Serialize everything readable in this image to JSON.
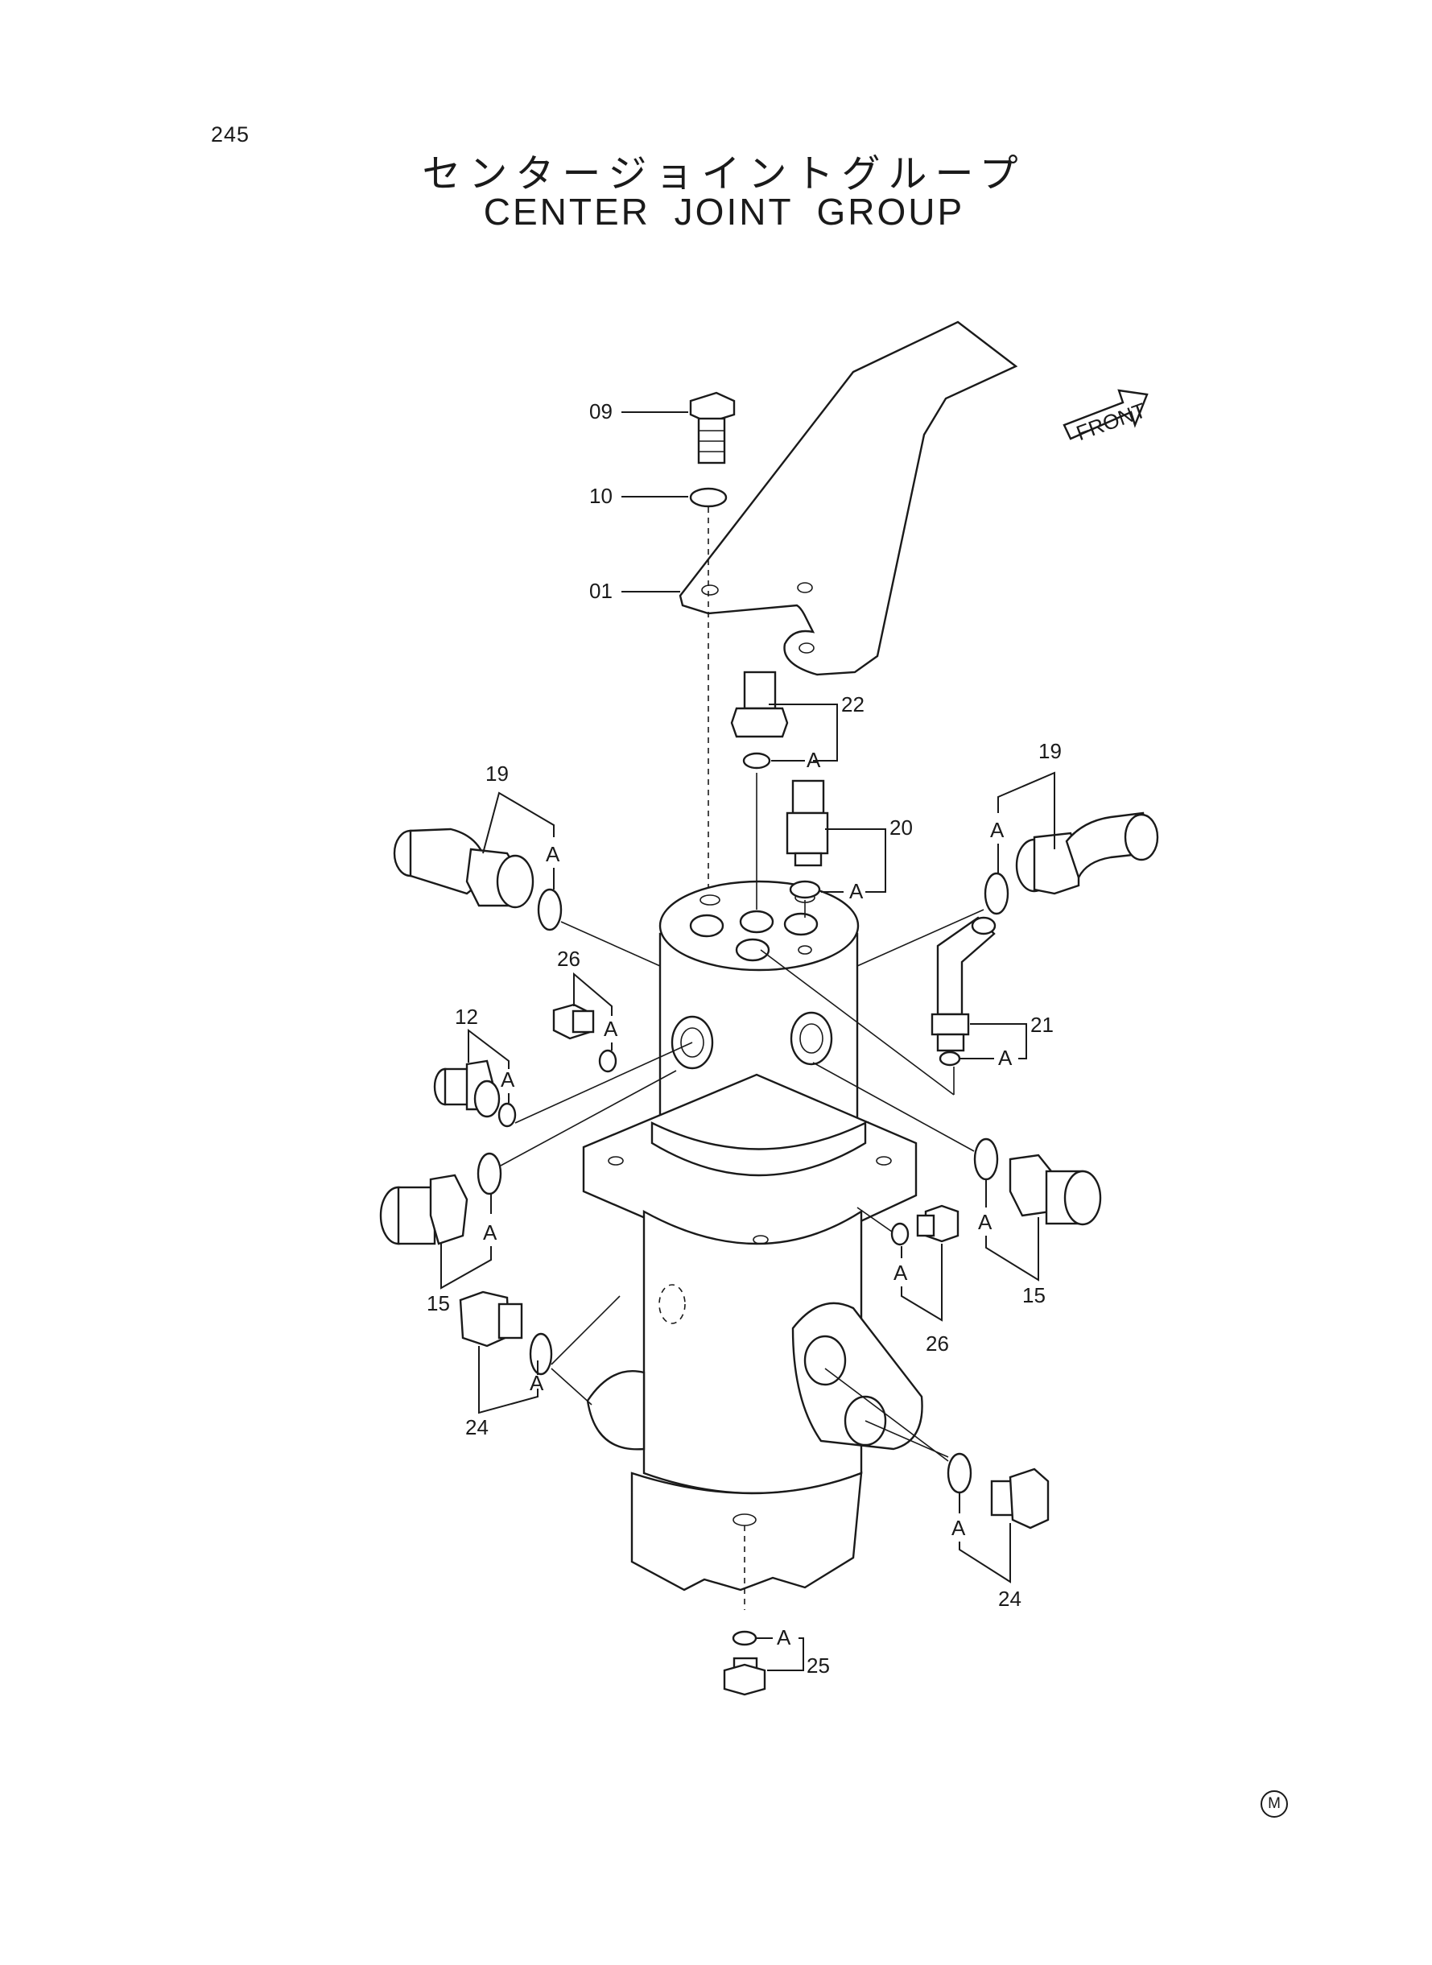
{
  "page": {
    "number": "245"
  },
  "title": {
    "japanese": "センタージョイントグループ",
    "english": "CENTER JOINT GROUP"
  },
  "front_arrow": {
    "label": "FRONT"
  },
  "callouts": [
    {
      "id": "09",
      "text": "09"
    },
    {
      "id": "10",
      "text": "10"
    },
    {
      "id": "01",
      "text": "01"
    },
    {
      "id": "22",
      "text": "22"
    },
    {
      "id": "20",
      "text": "20"
    },
    {
      "id": "19-left",
      "text": "19"
    },
    {
      "id": "19-right",
      "text": "19"
    },
    {
      "id": "21",
      "text": "21"
    },
    {
      "id": "26-left",
      "text": "26"
    },
    {
      "id": "26-right",
      "text": "26"
    },
    {
      "id": "12",
      "text": "12"
    },
    {
      "id": "15-left",
      "text": "15"
    },
    {
      "id": "15-right",
      "text": "15"
    },
    {
      "id": "24-left",
      "text": "24"
    },
    {
      "id": "24-right",
      "text": "24"
    },
    {
      "id": "25",
      "text": "25"
    }
  ],
  "kit_marker": "A",
  "corner_mark": "M"
}
